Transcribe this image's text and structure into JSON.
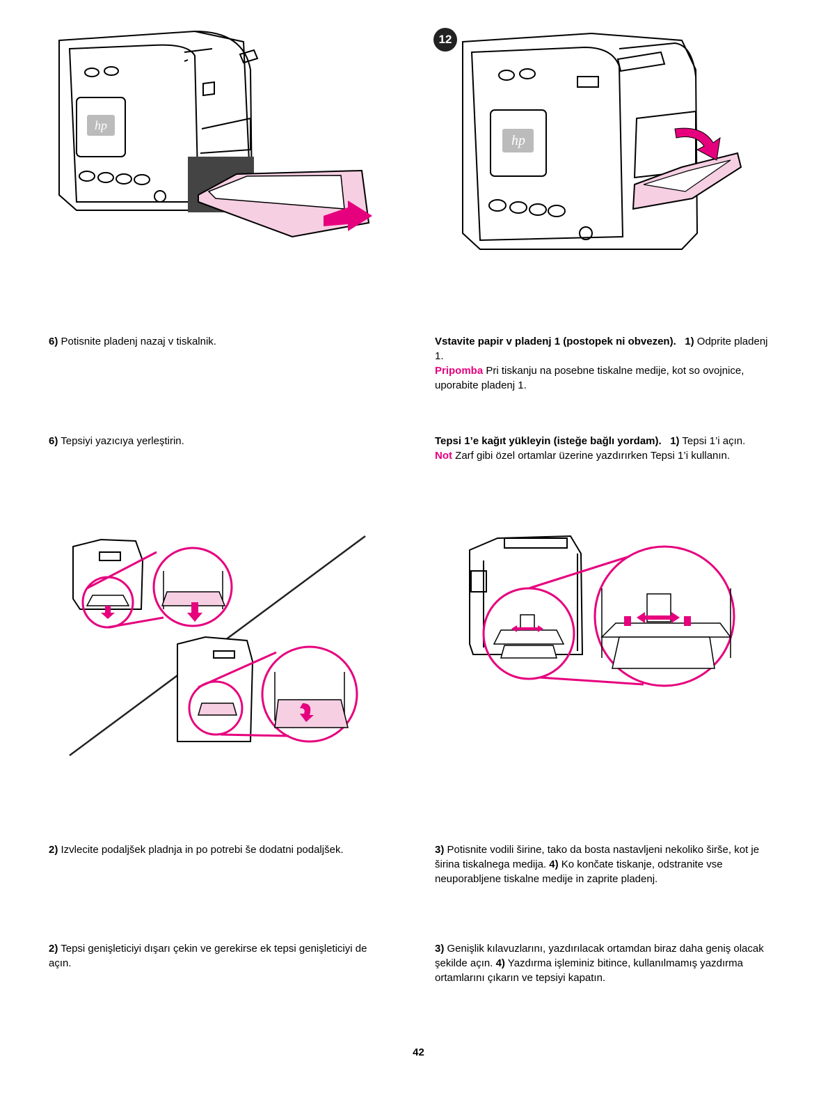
{
  "step_badge": "12",
  "logos": {
    "brand": "hp"
  },
  "left": {
    "sl_step6": {
      "num": "6)",
      "text": " Potisnite pladenj nazaj v tiskalnik."
    },
    "tr_step6": {
      "num": "6)",
      "text": " Tepsiyi yazıcıya yerleştirin."
    },
    "sl_step2": {
      "num": "2)",
      "text": " Izvlecite podaljšek pladnja in po potrebi še dodatni podaljšek."
    },
    "tr_step2": {
      "num": "2)",
      "text": " Tepsi genişleticiyi dışarı çekin ve gerekirse ek tepsi genişleticiyi de açın."
    }
  },
  "right": {
    "sl_tray1": {
      "heading": "Vstavite papir v pladenj 1 (postopek ni obvezen).",
      "num": "1)",
      "text": " Odprite pladenj 1.",
      "note_label": "Pripomba",
      "note_text": " Pri tiskanju na posebne tiskalne medije, kot so ovojnice, uporabite pladenj 1."
    },
    "tr_tray1": {
      "heading": "Tepsi 1’e kağıt yükleyin (isteğe bağlı yordam).",
      "num": "1)",
      "text": " Tepsi 1’i açın.",
      "note_label": "Not",
      "note_text": " Zarf gibi özel ortamlar üzerine yazdırırken Tepsi 1’i kullanın."
    },
    "sl_step34": {
      "num3": "3)",
      "text3": " Potisnite vodili širine, tako da bosta nastavljeni nekoliko širše, kot je širina tiskalnega medija.",
      "num4": "4)",
      "text4": " Ko končate tiskanje, odstranite vse neuporabljene tiskalne medije in zaprite pladenj."
    },
    "tr_step34": {
      "num3": "3)",
      "text3": " Genişlik kılavuzlarını, yazdırılacak ortamdan biraz daha geniş olacak şekilde açın.",
      "num4": "4)",
      "text4": " Yazdırma işleminiz bitince, kullanılmamış yazdırma ortamlarını çıkarın ve tepsiyi kapatın."
    }
  },
  "page_number": "42"
}
